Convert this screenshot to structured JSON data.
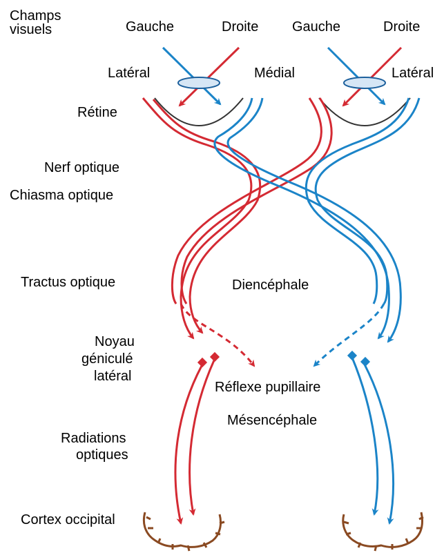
{
  "visual_fields": {
    "title_line1": "Champs",
    "title_line2": "visuels",
    "left_eye_left": "Gauche",
    "left_eye_right": "Droite",
    "right_eye_left": "Gauche",
    "right_eye_right": "Droite"
  },
  "eye_labels": {
    "lateral_left": "Latéral",
    "medial": "Médial",
    "lateral_right": "Latéral"
  },
  "pathway_labels": {
    "retina": "Rétine",
    "optic_nerve": "Nerf optique",
    "optic_chiasm": "Chiasma optique",
    "optic_tract": "Tractus optique",
    "lgn_line1": "Noyau",
    "lgn_line2": "géniculé",
    "lgn_line3": "latéral",
    "radiations_line1": "Radiations",
    "radiations_line2": "optiques",
    "occipital_cortex": "Cortex occipital"
  },
  "center_labels": {
    "diencephalon": "Diencéphale",
    "pupillary_reflex": "Réflexe pupillaire",
    "mesencephalon": "Mésencéphale"
  },
  "colors": {
    "red_pathway": "#d42a33",
    "blue_pathway": "#1b84c8",
    "retina_arc": "#333333",
    "lens_fill": "#d6e6f5",
    "lens_stroke": "#1b5f9c",
    "cortex": "#8a4a22"
  }
}
